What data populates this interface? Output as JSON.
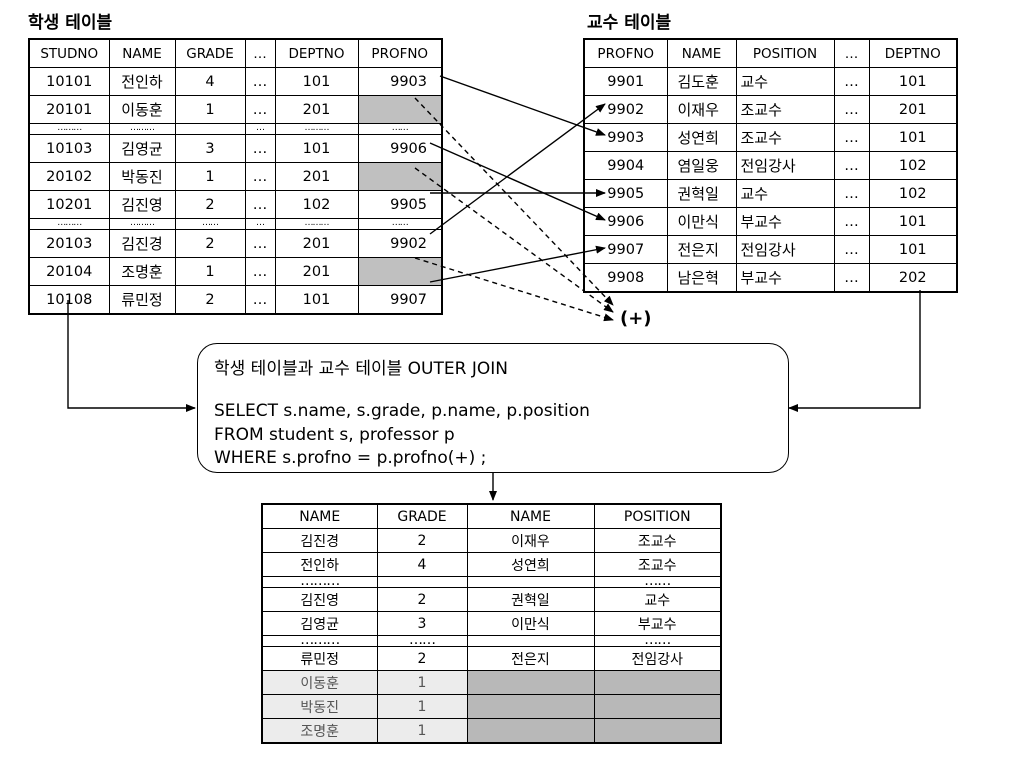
{
  "student_title": "학생 테이블",
  "professor_title": "교수 테이블",
  "student_table": {
    "headers": [
      "STUDNO",
      "NAME",
      "GRADE",
      "…",
      "DEPTNO",
      "PROFNO"
    ],
    "rows": [
      [
        "10101",
        "전인하",
        "4",
        "…",
        "101",
        "9903"
      ],
      [
        "20101",
        "이동훈",
        "1",
        "…",
        "201",
        ""
      ],
      [
        "………",
        "………",
        "",
        "…",
        "………",
        "……"
      ],
      [
        "10103",
        "김영균",
        "3",
        "…",
        "101",
        "9906"
      ],
      [
        "20102",
        "박동진",
        "1",
        "…",
        "201",
        ""
      ],
      [
        "10201",
        "김진영",
        "2",
        "…",
        "102",
        "9905"
      ],
      [
        "………",
        "………",
        "……",
        "…",
        "………",
        "……"
      ],
      [
        "20103",
        "김진경",
        "2",
        "…",
        "201",
        "9902"
      ],
      [
        "20104",
        "조명훈",
        "1",
        "…",
        "201",
        ""
      ],
      [
        "10108",
        "류민정",
        "2",
        "…",
        "101",
        "9907"
      ]
    ]
  },
  "professor_table": {
    "headers": [
      "PROFNO",
      "NAME",
      "POSITION",
      "…",
      "DEPTNO"
    ],
    "rows": [
      [
        "9901",
        "김도훈",
        "교수",
        "…",
        "101"
      ],
      [
        "9902",
        "이재우",
        "조교수",
        "…",
        "201"
      ],
      [
        "9903",
        "성연희",
        "조교수",
        "…",
        "101"
      ],
      [
        "9904",
        "염일웅",
        "전임강사",
        "…",
        "102"
      ],
      [
        "9905",
        "권혁일",
        "교수",
        "…",
        "102"
      ],
      [
        "9906",
        "이만식",
        "부교수",
        "…",
        "101"
      ],
      [
        "9907",
        "전은지",
        "전임강사",
        "…",
        "101"
      ],
      [
        "9908",
        "남은혁",
        "부교수",
        "…",
        "202"
      ]
    ]
  },
  "plus_marker": "(+)",
  "sql_box": {
    "title": "학생 테이블과 교수 테이블 OUTER JOIN",
    "line1": "SELECT s.name, s.grade, p.name, p.position",
    "line2": "FROM     student s, professor p",
    "line3": "WHERE  s.profno = p.profno(+) ;"
  },
  "result_table": {
    "headers": [
      "NAME",
      "GRADE",
      "NAME",
      "POSITION"
    ],
    "rows": [
      [
        "김진경",
        "2",
        "이재우",
        "조교수"
      ],
      [
        "전인하",
        "4",
        "성연희",
        "조교수"
      ],
      [
        "………",
        "",
        "",
        "……"
      ],
      [
        "김진영",
        "2",
        "권혁일",
        "교수"
      ],
      [
        "김영균",
        "3",
        "이만식",
        "부교수"
      ],
      [
        "………",
        "……",
        "",
        "……"
      ],
      [
        "류민정",
        "2",
        "전은지",
        "전임강사"
      ],
      [
        "이동훈",
        "1",
        "",
        ""
      ],
      [
        "박동진",
        "1",
        "",
        ""
      ],
      [
        "조명훈",
        "1",
        "",
        ""
      ]
    ]
  }
}
